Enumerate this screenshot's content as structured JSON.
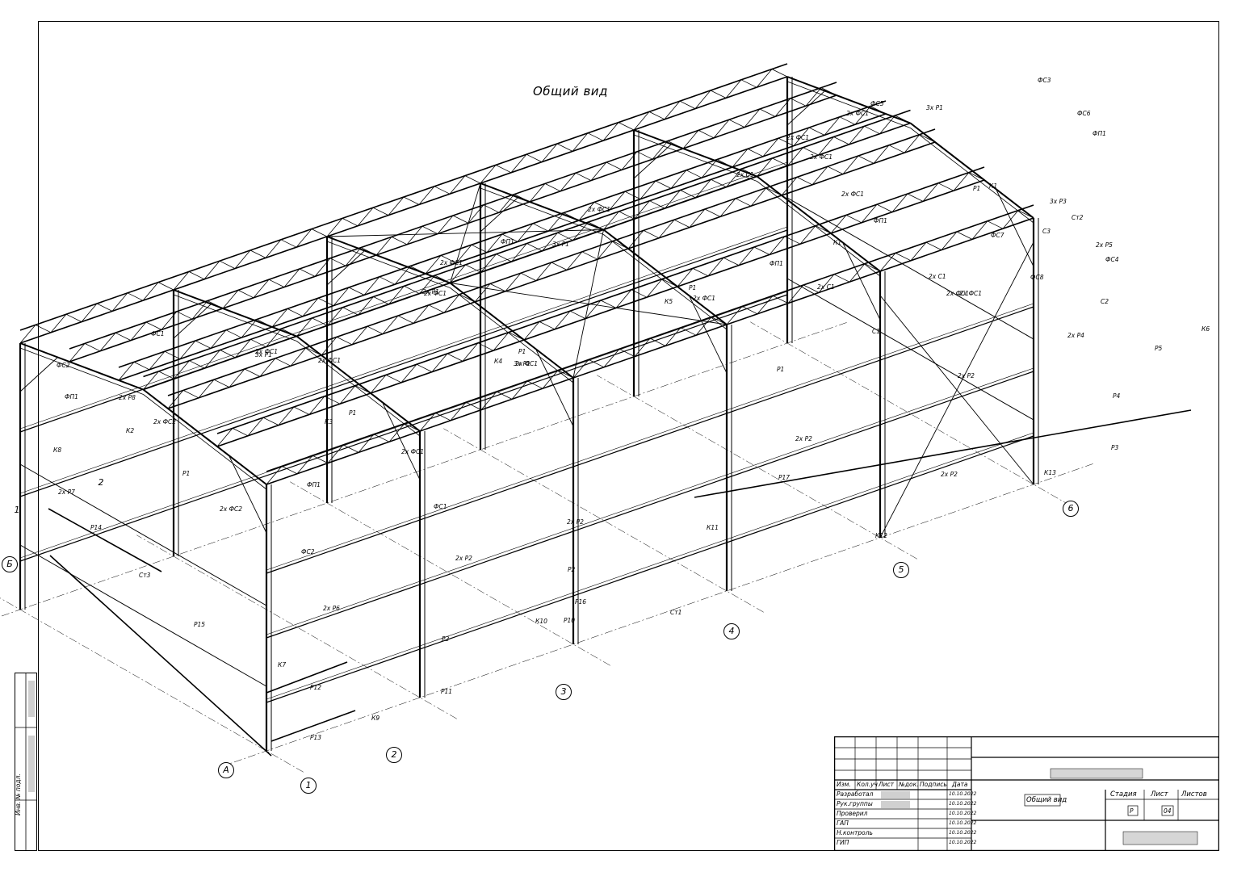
{
  "view_title": "Общий вид",
  "element_labels": [
    "ФС2",
    "ФП1",
    "ФС1",
    "К8",
    "2х Р8",
    "К2",
    "2х ФС2",
    "Р1",
    "2х Р7",
    "Р14",
    "Ст3",
    "Р15",
    "ФС2",
    "2х Р6",
    "К7",
    "Р12",
    "Р13",
    "К9",
    "2х ФС2",
    "ФП1",
    "2х ФС1",
    "ФС1",
    "2х Р2",
    "Р2",
    "Р11",
    "К10",
    "Р10",
    "Р16",
    "Р2",
    "2х Р2",
    "Ст1",
    "К11",
    "2х ФС1",
    "3х Р1",
    "2х ФС1",
    "К3",
    "Р1",
    "2х ФС1",
    "К4",
    "Р1",
    "2х ФС1",
    "3х Р1",
    "ФП1",
    "2х ФС1",
    "К5",
    "Р1",
    "2х ФС1",
    "3х Р1",
    "2х ФС1",
    "3х Р1",
    "Р1",
    "2х ФС1",
    "2х С1",
    "2х ФС1",
    "ФП1",
    "К1",
    "2х С1",
    "2х ФС1",
    "С1",
    "ФП1",
    "2х ФС1",
    "ФС3",
    "ФС6",
    "ФП1",
    "3х Р1",
    "ФС5",
    "Р1",
    "К1",
    "3х Р3",
    "Ст2",
    "С3",
    "ФС7",
    "2х Р5",
    "ФС4",
    "ФС8",
    "С2",
    "2х Р4",
    "Р5",
    "К6",
    "Р4",
    "Р3",
    "2х Р2",
    "2х Р2",
    "Р17",
    "К12",
    "К13",
    "2х Р2",
    "2х ФС1",
    "2х С1",
    "2х ФС1"
  ],
  "axis_marks": [
    "1",
    "2",
    "3",
    "4",
    "5",
    "6",
    "А",
    "Б",
    "1",
    "2"
  ],
  "title_block": {
    "headers": [
      "Изм.",
      "Кол.уч",
      "Лист",
      "№док.",
      "Подпись",
      "Дата"
    ],
    "rows": [
      "Разработал",
      "Рук.группы",
      "Проверил",
      "ГАП",
      "Н.контроль",
      "ГИП"
    ],
    "dates": [
      "10.10.2022",
      "10.10.2022",
      "10.10.2022",
      "10.10.2022",
      "10.10.2022",
      "10.10.2022"
    ],
    "sheet_name": "Общий вид",
    "stage_label": "Стадия",
    "sheet_label": "Лист",
    "sheets_label": "Листов",
    "stage_value": "Р",
    "sheets_value": "04"
  },
  "side_stamp": [
    "Инв. № подл."
  ]
}
